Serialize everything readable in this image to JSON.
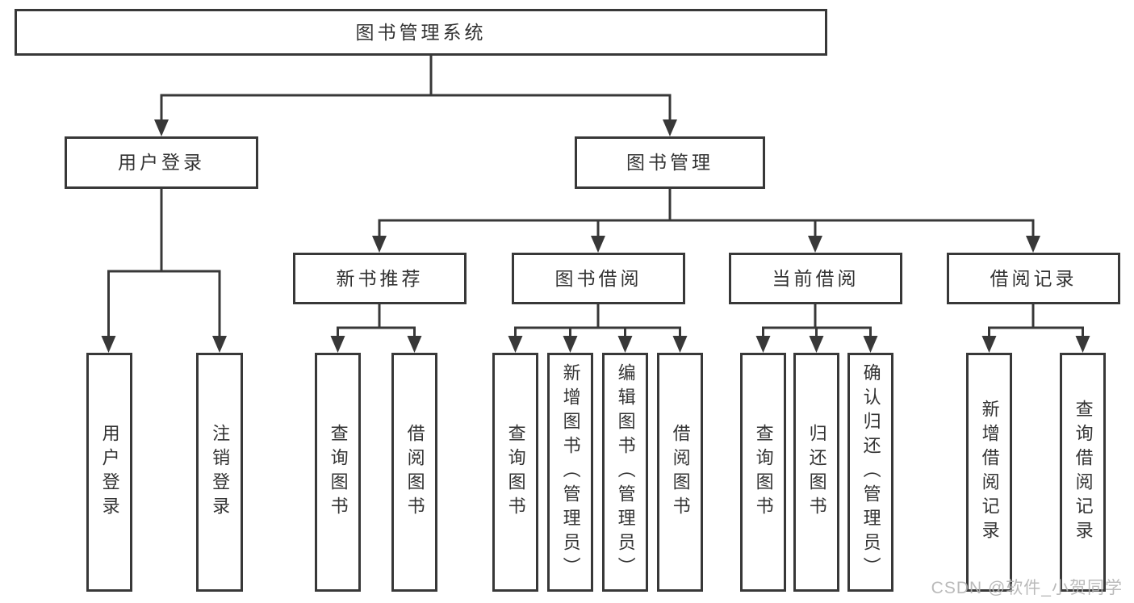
{
  "diagram": {
    "root": {
      "label": "图书管理系统"
    },
    "branches": [
      {
        "label": "用户登录",
        "children": [
          {
            "label": "用户登录"
          },
          {
            "label": "注销登录"
          }
        ]
      },
      {
        "label": "图书管理",
        "groups": [
          {
            "label": "新书推荐",
            "children": [
              {
                "label": "查询图书"
              },
              {
                "label": "借阅图书"
              }
            ]
          },
          {
            "label": "图书借阅",
            "children": [
              {
                "label": "查询图书"
              },
              {
                "label": "新增图书（管理员）"
              },
              {
                "label": "编辑图书（管理员）"
              },
              {
                "label": "借阅图书"
              }
            ]
          },
          {
            "label": "当前借阅",
            "children": [
              {
                "label": "查询图书"
              },
              {
                "label": "归还图书"
              },
              {
                "label": "确认归还（管理员）"
              }
            ]
          },
          {
            "label": "借阅记录",
            "children": [
              {
                "label": "新增借阅记录"
              },
              {
                "label": "查询借阅记录"
              }
            ]
          }
        ]
      }
    ]
  },
  "watermark": {
    "text": "CSDN @软件_小贺同学"
  },
  "colors": {
    "line": "#383838",
    "text": "#333333",
    "watermark": "#b3b3b3",
    "background": "#ffffff"
  }
}
